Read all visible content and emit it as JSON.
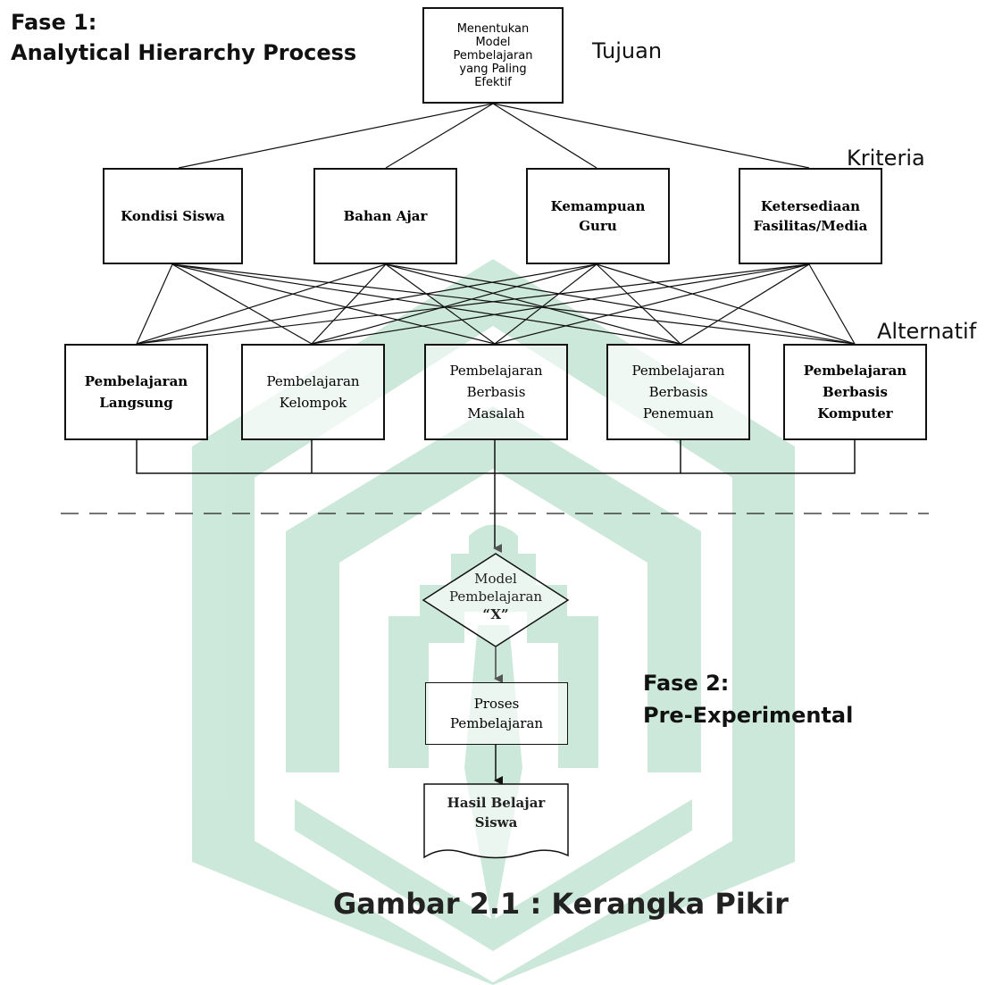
{
  "phase1": {
    "line1": "Fase 1:",
    "line2": "Analytical Hierarchy Process"
  },
  "phase2": {
    "line1": "Fase 2:",
    "line2": "Pre-Experimental"
  },
  "levels": {
    "goal": "Tujuan",
    "criteria": "Kriteria",
    "alternatives": "Alternatif"
  },
  "goal": [
    "Menentukan",
    "Model",
    "Pembelajaran",
    "yang Paling",
    "Efektif"
  ],
  "criteria": [
    [
      "Kondisi Siswa"
    ],
    [
      "Bahan Ajar"
    ],
    [
      "Kemampuan",
      "Guru"
    ],
    [
      "Ketersediaan",
      "Fasilitas/Media"
    ]
  ],
  "alternatives": [
    [
      "Pembelajaran",
      "Langsung"
    ],
    [
      "Pembelajaran",
      "Kelompok"
    ],
    [
      "Pembelajaran",
      "Berbasis",
      "Masalah"
    ],
    [
      "Pembelajaran",
      "Berbasis",
      "Penemuan"
    ],
    [
      "Pembelajaran",
      "Berbasis",
      "Komputer"
    ]
  ],
  "decision": [
    "Model",
    "Pembelajaran",
    "“X”"
  ],
  "process": [
    "Proses",
    "Pembelajaran"
  ],
  "result": [
    "Hasil Belajar",
    "Siswa"
  ],
  "caption": "Gambar 2.1 : Kerangka Pikir",
  "colors": {
    "watermark": "#1a9a5a",
    "line": "#111111"
  }
}
